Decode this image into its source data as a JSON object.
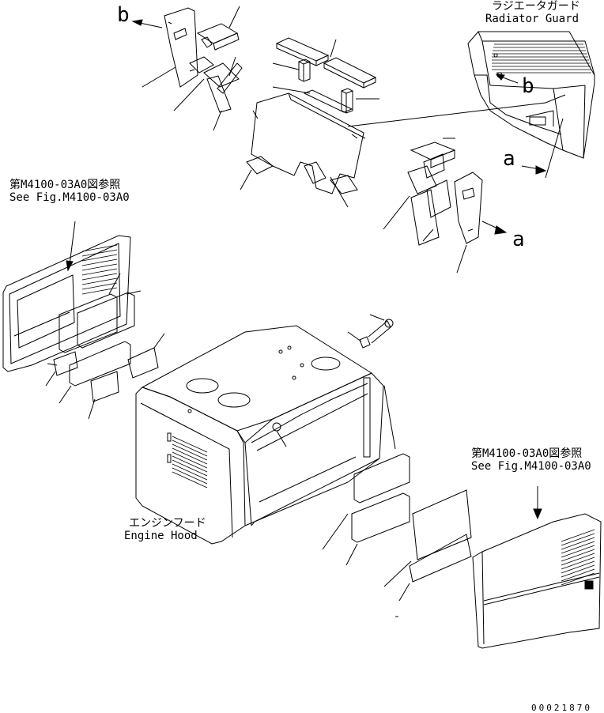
{
  "labels": {
    "radiator_guard_jp": "ラジエータガード",
    "radiator_guard_en": "Radiator Guard",
    "left_ref_jp": "第M4100-03A0図参照",
    "left_ref_en": "See Fig.M4100-03A0",
    "right_ref_jp": "第M4100-03A0図参照",
    "right_ref_en": "See Fig.M4100-03A0",
    "engine_hood_jp": "エンジンフード",
    "engine_hood_en": "Engine Hood",
    "marker_b_top": "b",
    "marker_b_guard": "b",
    "marker_a_guard": "a",
    "marker_a_mid": "a",
    "drawing_number": "00021870"
  }
}
